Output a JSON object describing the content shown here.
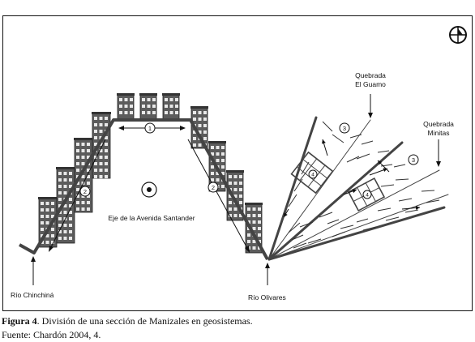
{
  "labels": {
    "rio_chinchina": "Río Chinchiná",
    "rio_olivares": "Río Olivares",
    "eje": "Eje de la Avenida Santander",
    "quebrada_guamo_1": "Quebrada",
    "quebrada_guamo_2": "El Guamo",
    "quebrada_minitas_1": "Quebrada",
    "quebrada_minitas_2": "Minitas"
  },
  "zone_numbers": {
    "z1": "1",
    "z2_left": "2",
    "z2_right": "2",
    "z3_upper": "3",
    "z3_lower": "3",
    "z4_left": "4",
    "z4_right": "4"
  },
  "caption": {
    "figure_label": "Figura 4",
    "figure_text": ". División de una sección de Manizales en geosistemas.",
    "source": "Fuente: Chardón 2004, 4."
  },
  "icons": [
    "compass-icon",
    "center-point-icon"
  ],
  "colors": {
    "line": "#111111",
    "building": "#555555"
  }
}
